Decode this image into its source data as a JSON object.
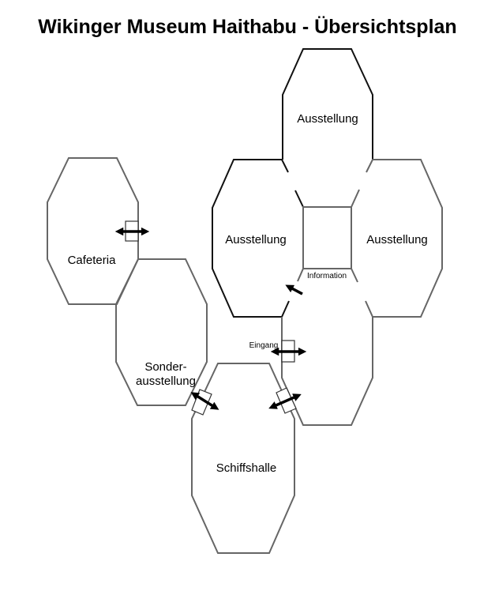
{
  "title": "Wikinger Museum Haithabu - Übersichtsplan",
  "rooms": {
    "top_exhibition": "Ausstellung",
    "left_exhibition": "Ausstellung",
    "right_exhibition": "Ausstellung",
    "information": "Information",
    "cafeteria": "Cafeteria",
    "special_line1": "Sonder-",
    "special_line2": "ausstellung",
    "ship_hall": "Schiffshalle",
    "entrance": "Eingang"
  }
}
